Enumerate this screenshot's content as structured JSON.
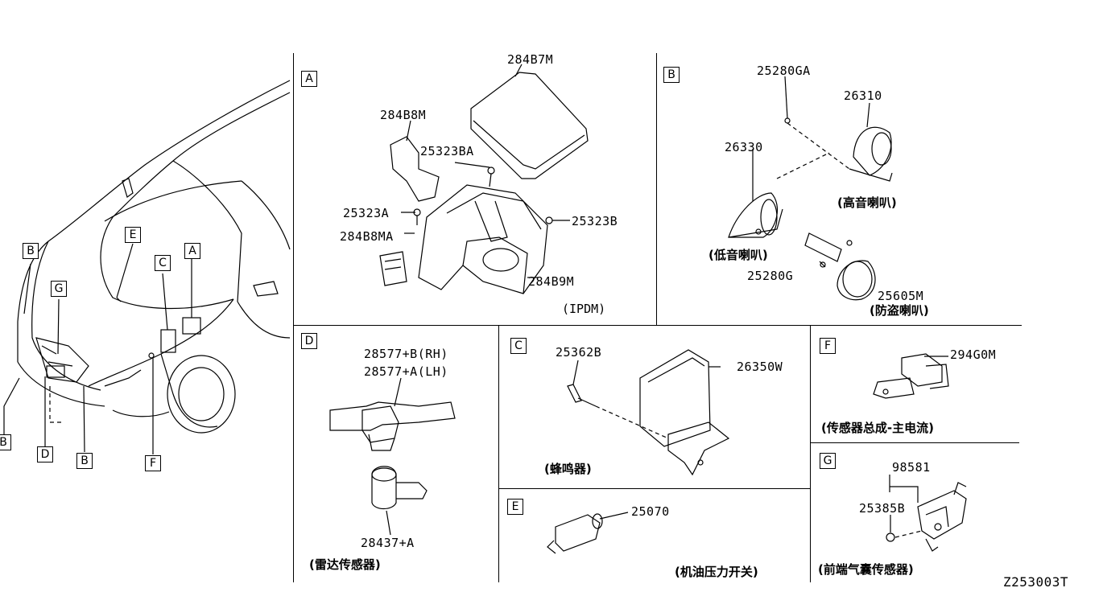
{
  "diagram_code": "Z253003T",
  "car": {
    "callouts": [
      "B",
      "G",
      "E",
      "C",
      "A",
      "B",
      "D",
      "B",
      "F"
    ]
  },
  "panels": {
    "A": {
      "letter": "A",
      "parts": [
        "284B7M",
        "284B8M",
        "25323BA",
        "25323A",
        "25323B",
        "284B8MA",
        "284B9M"
      ],
      "caption": "(IPDM)"
    },
    "B": {
      "letter": "B",
      "parts": [
        "25280GA",
        "26310",
        "26330",
        "25280G",
        "25605M"
      ],
      "captions": [
        "(高音喇叭)",
        "(低音喇叭)",
        "(防盗喇叭)"
      ]
    },
    "D": {
      "letter": "D",
      "parts": [
        "28577+B(RH)",
        "28577+A(LH)",
        "28437+A"
      ],
      "caption": "(雷达传感器)"
    },
    "C": {
      "letter": "C",
      "parts": [
        "25362B",
        "26350W"
      ],
      "caption": "(蜂鸣器)"
    },
    "E": {
      "letter": "E",
      "parts": [
        "25070"
      ],
      "caption": "(机油压力开关)"
    },
    "F": {
      "letter": "F",
      "parts": [
        "294G0M"
      ],
      "caption": "(传感器总成-主电流)"
    },
    "G": {
      "letter": "G",
      "parts": [
        "98581",
        "25385B"
      ],
      "caption": "(前端气囊传感器)"
    }
  }
}
